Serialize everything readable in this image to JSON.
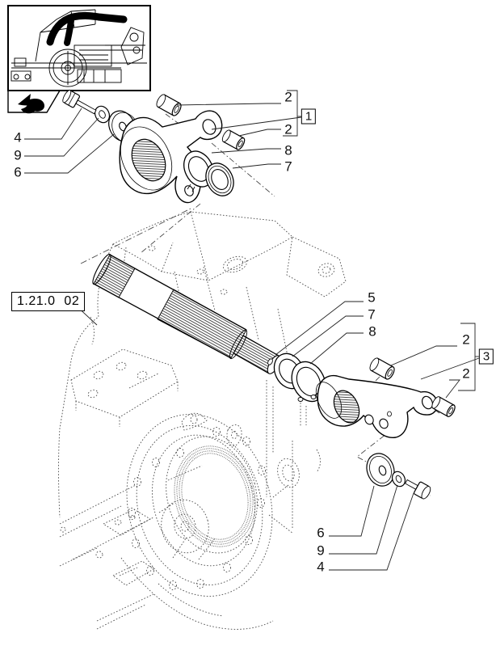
{
  "page": {
    "title": "hydraulic lift arms exploded parts diagram",
    "colors": {
      "background": "#ffffff",
      "ink": "#000000",
      "phantom": "#4a4a4a",
      "highlight": "#000000"
    }
  },
  "thumbnail": {
    "description": "tractor rear section with lift arm assembly highlighted in black"
  },
  "icons": {
    "continuation_arrow": "bent-arrow-left"
  },
  "ref_label": "1.21.0 02",
  "callouts": {
    "tl": {
      "c4": "4",
      "c9": "9",
      "c6": "6"
    },
    "tr": {
      "c2u": "2",
      "c1": "1",
      "c2l": "2",
      "c8": "8",
      "c7": "7"
    },
    "mid": {
      "c5": "5",
      "c7": "7",
      "c8": "8"
    },
    "r": {
      "c2u": "2",
      "c3": "3",
      "c2l": "2"
    },
    "br": {
      "c6": "6",
      "c9": "9",
      "c4": "4"
    }
  }
}
